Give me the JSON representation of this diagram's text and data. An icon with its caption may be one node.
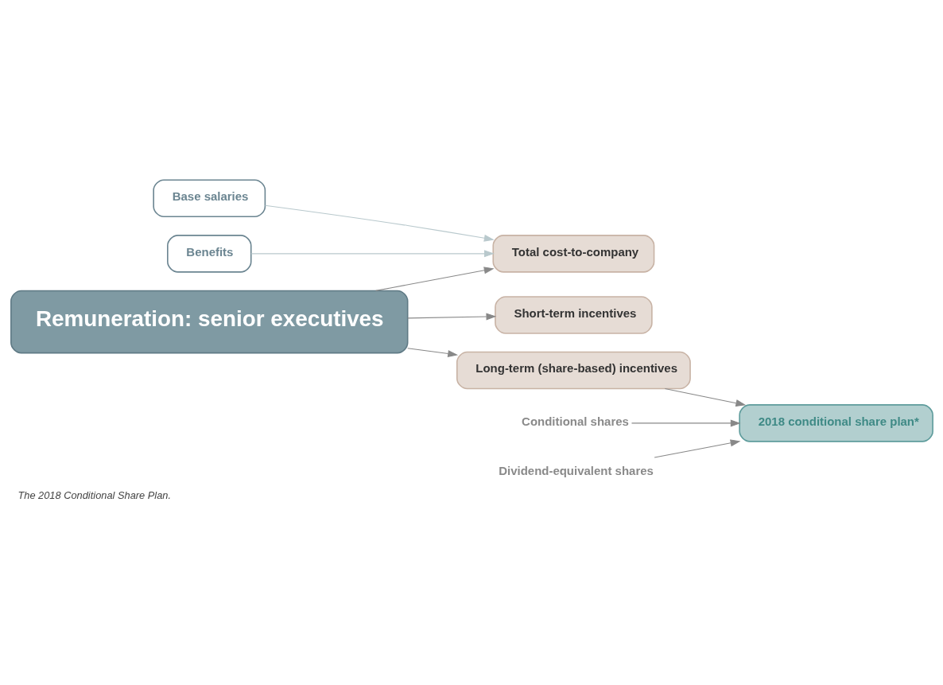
{
  "diagram": {
    "caption": "The 2018 Conditional Share Plan.",
    "nodes": [
      {
        "text": [
          "Remuneration: senior executives"
        ]
      },
      {
        "text": [
          "Total cost-to-company"
        ]
      },
      {
        "text": [
          "Base salaries"
        ]
      },
      {
        "text": [
          "Benefits"
        ]
      },
      {
        "text": [
          "Short-term incentives"
        ]
      },
      {
        "text": [
          "Long-term (share-based) incentives"
        ]
      },
      {
        "text": [
          "2018 conditional share plan*"
        ]
      },
      {
        "text": [
          "Conditional shares"
        ]
      },
      {
        "text": [
          "Dividend-equivalent shares"
        ]
      }
    ],
    "edges": [
      {
        "from": 0,
        "to": 1,
        "arrow": "to"
      },
      {
        "from": 0,
        "to": 4,
        "arrow": "to"
      },
      {
        "from": 0,
        "to": 5,
        "arrow": "to"
      },
      {
        "from": 2,
        "to": 1,
        "arrow": "to",
        "color": "#b9c9cd"
      },
      {
        "from": 3,
        "to": 1,
        "arrow": "to",
        "color": "#b9c9cd"
      },
      {
        "from": 5,
        "to": 6,
        "arrow": "to"
      },
      {
        "from": 7,
        "to": 6,
        "arrow": "to"
      },
      {
        "from": 8,
        "to": 6,
        "arrow": "to"
      }
    ]
  }
}
